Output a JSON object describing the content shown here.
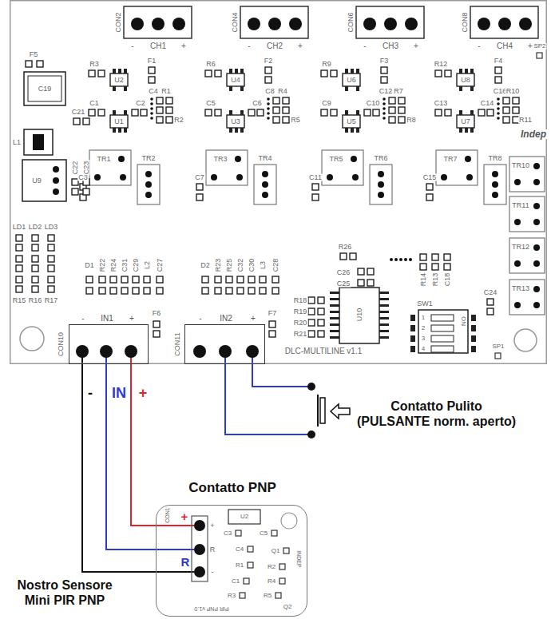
{
  "diagram": {
    "nodes": [
      {
        "text": [
          "DLC-MULTILINE v1.1"
        ]
      },
      {
        "text": [
          "-",
          "IN1",
          "+"
        ],
        "in": 0
      },
      {
        "text": [
          "-",
          "IN2",
          "+"
        ],
        "in": 0
      },
      {
        "text": [
          "Contatto PNP",
          "Nostro Sensore Mini PIR PNP"
        ]
      },
      {
        "text": [
          "Contatto Pulito (PULSANTE norm. aperto)"
        ]
      }
    ],
    "edges": [
      {
        "from": 1,
        "to": 3,
        "label": "-",
        "arrow": "none"
      },
      {
        "from": 1,
        "to": 3,
        "label": "IN",
        "arrow": "none"
      },
      {
        "from": 1,
        "to": 3,
        "label": "+",
        "arrow": "none"
      },
      {
        "from": 2,
        "to": 4,
        "arrow": "none"
      },
      {
        "from": 2,
        "to": 4,
        "arrow": "none"
      }
    ],
    "labels": [
      "CON2",
      "-",
      "CH1",
      "+",
      "R3",
      "U2",
      "F1",
      "C1",
      "C2",
      "U1",
      "C4",
      "R1",
      "R2",
      "TR1",
      "TR2",
      "C3",
      "CON4",
      "-",
      "CH2",
      "+",
      "R6",
      "U4",
      "F2",
      "C5",
      "C6",
      "U3",
      "C8",
      "R4",
      "R5",
      "TR3",
      "TR4",
      "C7",
      "CON6",
      "-",
      "CH3",
      "+",
      "R9",
      "U6",
      "F3",
      "C9",
      "C10",
      "U5",
      "C12",
      "R7",
      "R8",
      "TR5",
      "TR6",
      "C11",
      "CON8",
      "-",
      "CH4",
      "+",
      "R12",
      "U8",
      "F4",
      "C13",
      "C14",
      "U7",
      "C16",
      "R10",
      "R11",
      "TR7",
      "TR8",
      "C15",
      "F5",
      "C19",
      "C21",
      "L1",
      "U9",
      "C22",
      "C23",
      "LD1",
      "LD2",
      "LD3",
      "R15",
      "R16",
      "R17",
      "D1",
      "R22",
      "R24",
      "C31",
      "C29",
      "L2",
      "C27",
      "D2",
      "R23",
      "R25",
      "C32",
      "C30",
      "L3",
      "C28",
      "F6",
      "F7",
      "CON10",
      "CON11",
      "R26",
      "C26",
      "C25",
      "R14",
      "R13",
      "C18",
      "R18",
      "R19",
      "R20",
      "R21",
      "U10",
      "SW1",
      "1",
      "2",
      "3",
      "4",
      "ON",
      "C24",
      "TR10",
      "TR11",
      "TR12",
      "TR13",
      "SP2",
      "SP1",
      "Indep",
      "+",
      "R",
      "CON1",
      "+",
      "R",
      "-",
      "U2",
      "C3",
      "C5",
      "C4",
      "Q1",
      "R1",
      "R2",
      "C1",
      "R4",
      "R3",
      "R5",
      "Q2",
      "INDEP",
      "PIR PNP v1.0"
    ]
  }
}
